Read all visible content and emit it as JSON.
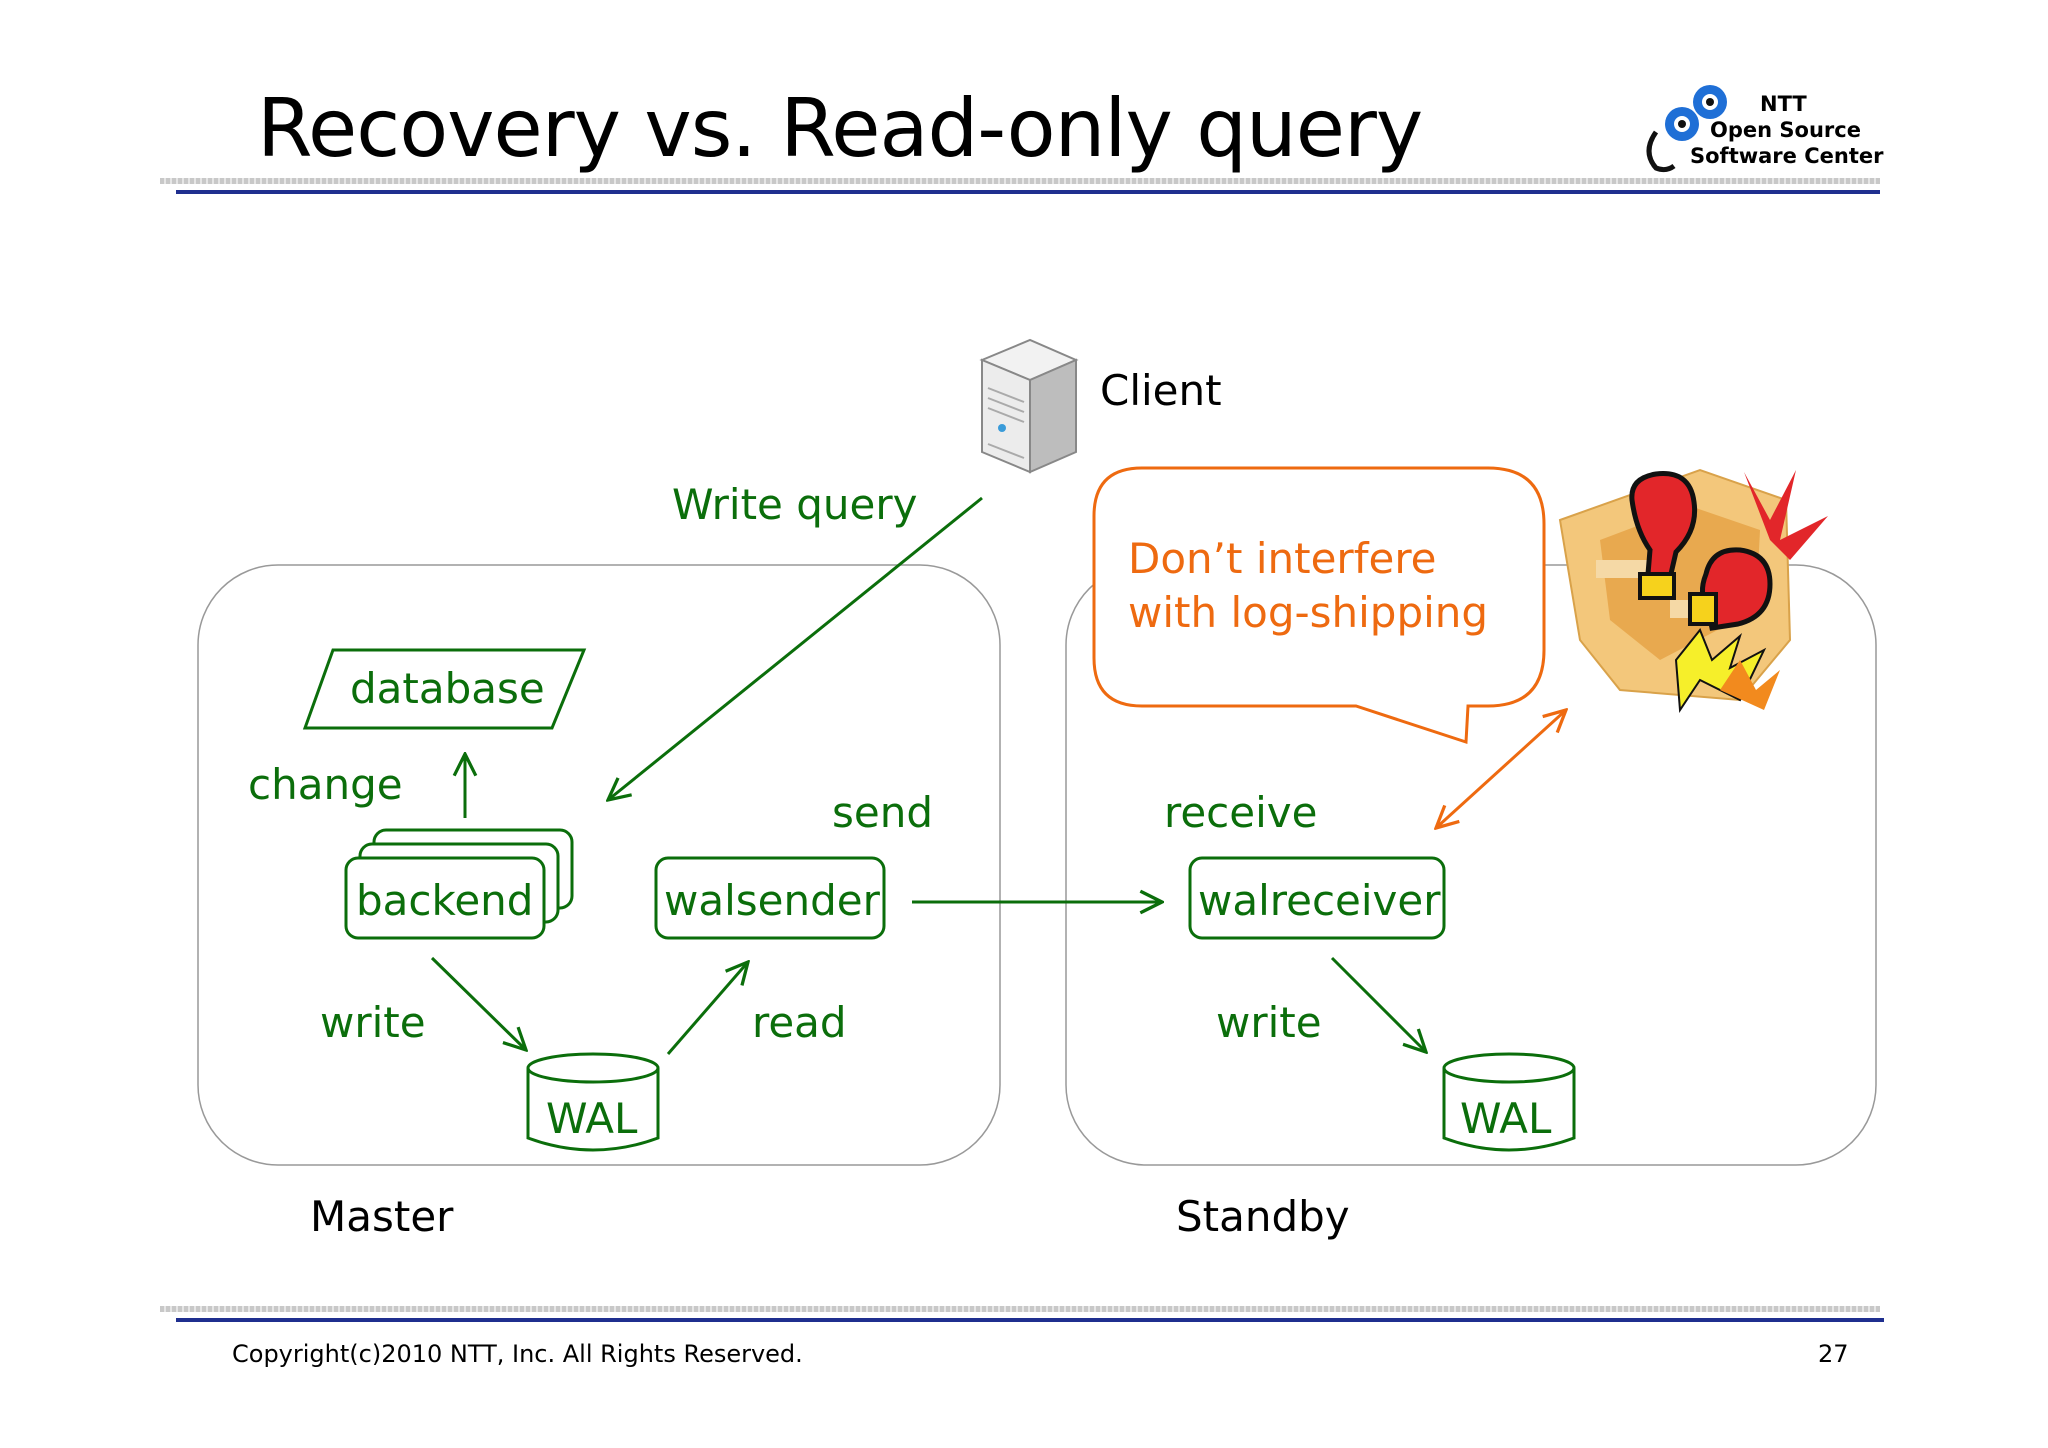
{
  "slide": {
    "title": "Recovery vs. Read-only query",
    "page_number": "27",
    "copyright": "Copyright(c)2010 NTT, Inc. All Rights Reserved."
  },
  "logo": {
    "line1": "NTT",
    "line2": "Open Source",
    "line3": "Software Center",
    "icon": "ntt-oss-rings-icon"
  },
  "diagram": {
    "client_label": "Client",
    "client_icon": "server-tower-icon",
    "write_query_label": "Write query",
    "master": {
      "label": "Master",
      "database_label": "database",
      "change_label": "change",
      "backend_label": "backend",
      "walsender_label": "walsender",
      "send_label": "send",
      "write_label": "write",
      "read_label": "read",
      "wal_label": "WAL"
    },
    "standby": {
      "label": "Standby",
      "receive_label": "receive",
      "walreceiver_label": "walreceiver",
      "write_label": "write",
      "wal_label": "WAL"
    },
    "callout": {
      "line1": "Don’t interfere",
      "line2": "with log-shipping"
    },
    "conflict_icon": "boxing-gloves-fight-icon",
    "colors": {
      "flow": "#0b6e0b",
      "callout": "#ee6a10",
      "box_outline": "#999999",
      "rule_blue": "#1f2f8f"
    }
  }
}
